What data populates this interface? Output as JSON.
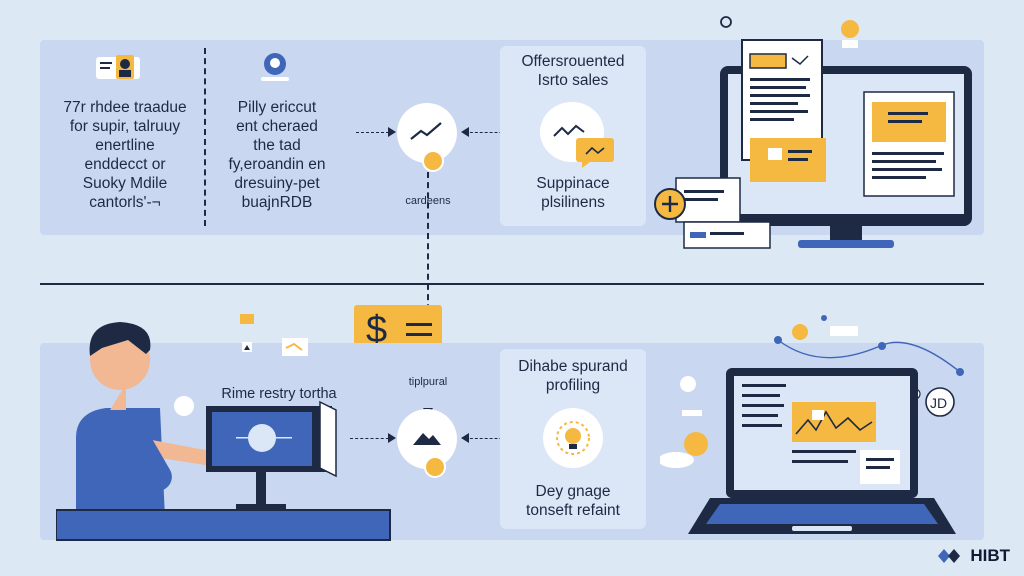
{
  "top": {
    "card1_lines": [
      "77r rhdee traadue",
      "for supir, talruuy",
      "enertline",
      "enddecct or",
      "Suoky Mdile",
      "cantorls'-¬"
    ],
    "card2_lines": [
      "Pilly ericcut",
      "ent cheraed",
      "the tad",
      "fy,eroandin en",
      "dresuiny-pet",
      "buajnRDB"
    ],
    "flow_label": "cardeens",
    "card3_title_lines": [
      "Offersrouented",
      "Isrto sales"
    ],
    "card3_sub_lines": [
      "Suppinace",
      "plsilinens"
    ]
  },
  "bottom": {
    "worker_label": "Rime restry tortha",
    "flow_label": "tiplpural",
    "card_title_lines": [
      "Dihabe spurand",
      "profiling"
    ],
    "card_sub_lines": [
      "Dey gnage",
      "tonseft refaint"
    ]
  },
  "money": {
    "symbol": "$"
  },
  "brand": {
    "name": "HIBT"
  },
  "colors": {
    "accent": "#f5b942",
    "navy": "#1e2a44",
    "blue": "#3f66b8",
    "panel": "#c9d8f0",
    "background": "#dde8f5"
  },
  "icons": [
    "user-card-icon",
    "avatar-icon",
    "trend-line-icon",
    "gear-badge-icon",
    "chat-bubble-icon",
    "desktop-monitor-icon",
    "plus-icon",
    "dollar-chat-icon",
    "worker-illustration",
    "mountain-chart-icon",
    "lightbulb-gear-icon",
    "laptop-icon",
    "cloud-icon",
    "network-icon"
  ]
}
